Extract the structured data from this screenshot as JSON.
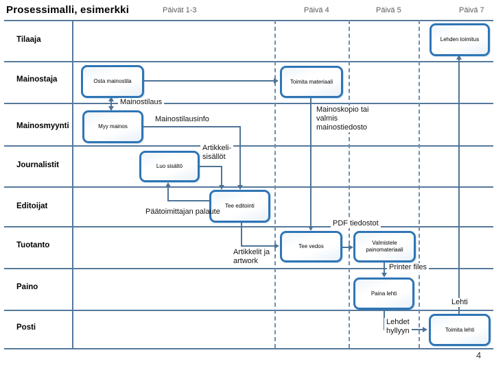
{
  "title": "Prosessimalli, esimerkki",
  "page_number": "4",
  "day_headers": [
    "Päivät 1-3",
    "Päivä 4",
    "Päivä 5",
    "Päivä 7"
  ],
  "lanes": [
    "Tilaaja",
    "Mainostaja",
    "Mainosmyynti",
    "Journalistit",
    "Editoijat",
    "Tuotanto",
    "Paino",
    "Posti"
  ],
  "boxes": {
    "lehden_toimitus": "Lehden toimitus",
    "osta_mainostila": "Osta mainostila",
    "toimita_materiaali": "Toimita materiaali",
    "myy_mainos": "Myy mainos",
    "luo_sisalto": "Luo sisältö",
    "tee_editointi": "Tee editointi",
    "tee_vedos": "Tee vedos",
    "valmistele_painomateriaali": "Valmistele painomateriaali",
    "paina_lehti": "Paina lehti",
    "toimita_lehti": "Toimita lehti"
  },
  "flow_labels": {
    "mainostilaus": "Mainostilaus",
    "mainostilausinfo": "Mainostilausinfo",
    "mainoskopio": "Mainoskopio tai\nvalmis\nmainostiedosto",
    "artikkelisisallot": "Artikkeli-\nsisällöt",
    "paatoimittajan_palaute": "Päätoimittajan palaute",
    "pdf_tiedostot": "PDF tiedostot",
    "artikkelit_ja_artwork": "Artikkelit ja\nartwork",
    "printer_files": "Printer files",
    "lehti": "Lehti",
    "lehdet_hyllyyn": "Lehdet\nhyllyyn"
  },
  "colors": {
    "accent": "#2E75B5",
    "line": "#54789B"
  }
}
